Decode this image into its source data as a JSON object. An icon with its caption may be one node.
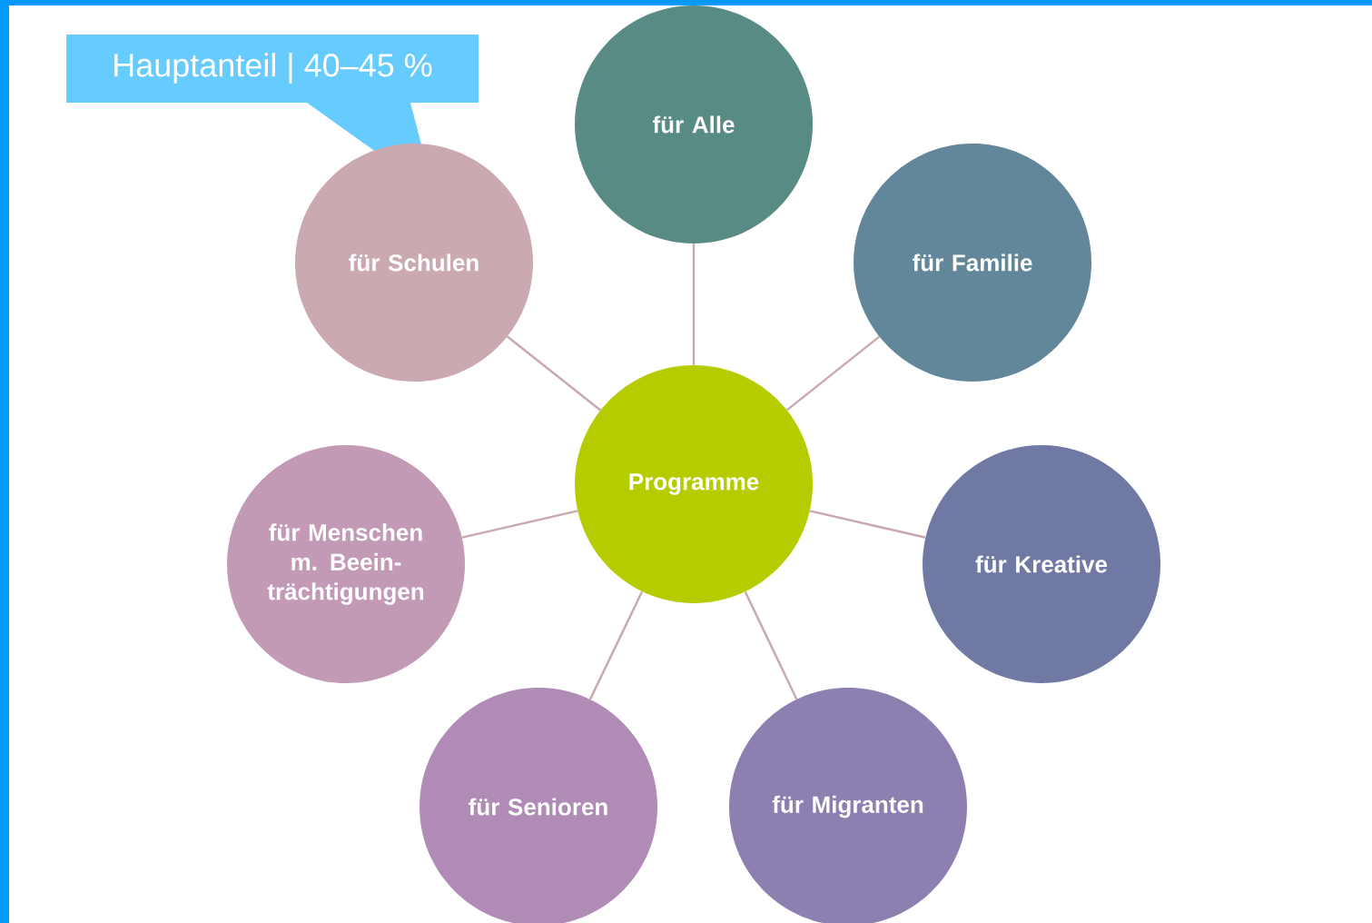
{
  "diagram": {
    "nodes": [
      {
        "text": [
          "Hauptanteil | 40–45 %"
        ]
      },
      {
        "text": [
          "Programme"
        ]
      },
      {
        "text": [
          "für Alle"
        ]
      },
      {
        "text": [
          "für Familie"
        ]
      },
      {
        "text": [
          "für Kreative"
        ]
      },
      {
        "text": [
          "für Migranten"
        ]
      },
      {
        "text": [
          "für Senioren"
        ]
      },
      {
        "text": [
          "für Menschen m. Beein-trächtigungen"
        ]
      },
      {
        "text": [
          "für Schulen"
        ]
      }
    ],
    "edges": [
      {
        "from": 1,
        "to": 2,
        "arrow": "none"
      },
      {
        "from": 1,
        "to": 3,
        "arrow": "none"
      },
      {
        "from": 1,
        "to": 4,
        "arrow": "none"
      },
      {
        "from": 1,
        "to": 5,
        "arrow": "none"
      },
      {
        "from": 1,
        "to": 6,
        "arrow": "none"
      },
      {
        "from": 1,
        "to": 7,
        "arrow": "none"
      },
      {
        "from": 1,
        "to": 8,
        "arrow": "none"
      }
    ]
  }
}
